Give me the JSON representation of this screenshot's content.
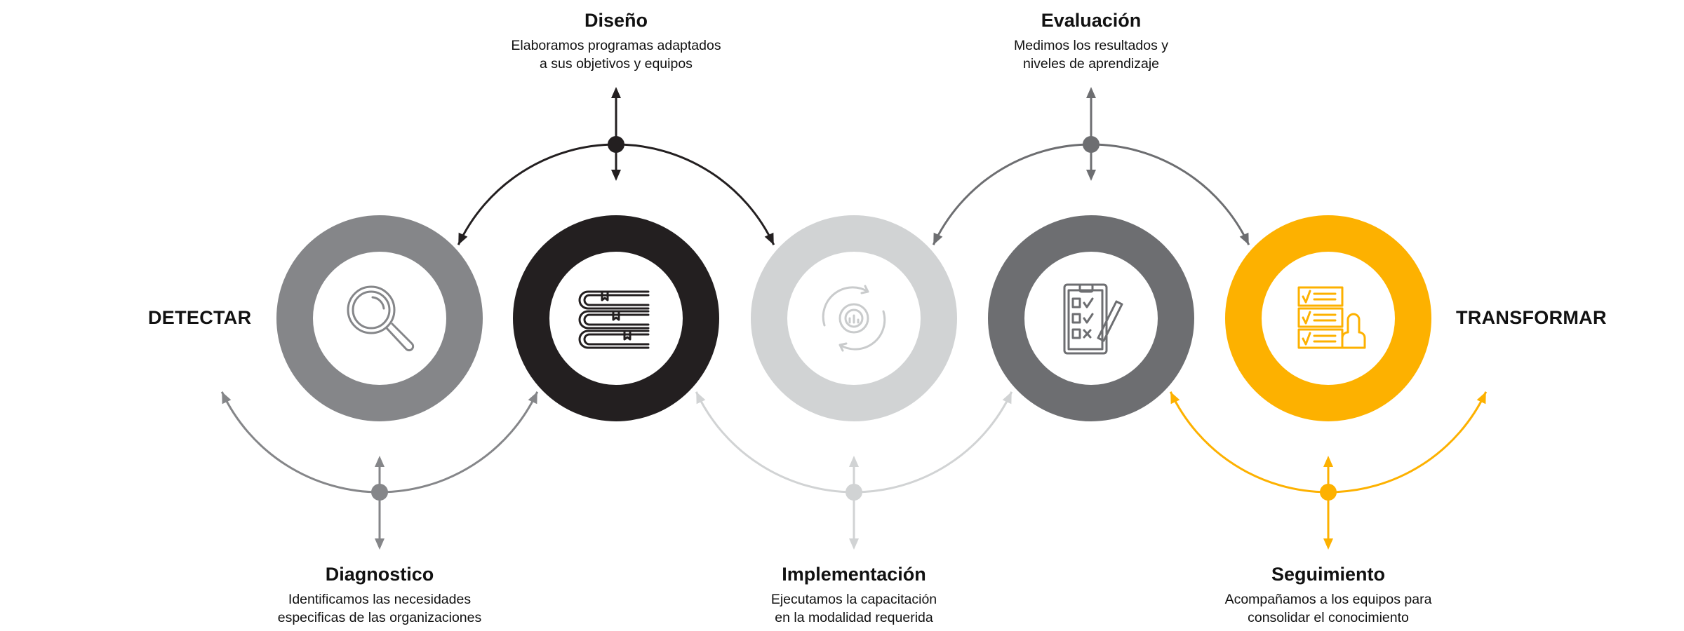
{
  "side_labels": {
    "left": "DETECTAR",
    "right": "TRANSFORMAR"
  },
  "steps": [
    {
      "title": "Diagnostico",
      "lines": [
        "Identificamos las necesidades",
        "especificas de las organizaciones"
      ],
      "color": "#858689",
      "icon": "magnifier-icon",
      "position": "bottom"
    },
    {
      "title": "Diseño",
      "lines": [
        "Elaboramos programas adaptados",
        "a sus objetivos y equipos"
      ],
      "color": "#231f20",
      "icon": "books-icon",
      "position": "top"
    },
    {
      "title": "Implementación",
      "lines": [
        "Ejecutamos la capacitación",
        "en la modalidad requerida"
      ],
      "color": "#d1d3d4",
      "icon": "gear-cycle-icon",
      "position": "bottom"
    },
    {
      "title": "Evaluación",
      "lines": [
        "Medimos los resultados y",
        "niveles de aprendizaje"
      ],
      "color": "#6d6e71",
      "icon": "clipboard-checklist-icon",
      "position": "top"
    },
    {
      "title": "Seguimiento",
      "lines": [
        "Acompañamos a los equipos para",
        "consolidar el conocimiento"
      ],
      "color": "#fdb100",
      "icon": "checklist-person-icon",
      "position": "bottom"
    }
  ]
}
